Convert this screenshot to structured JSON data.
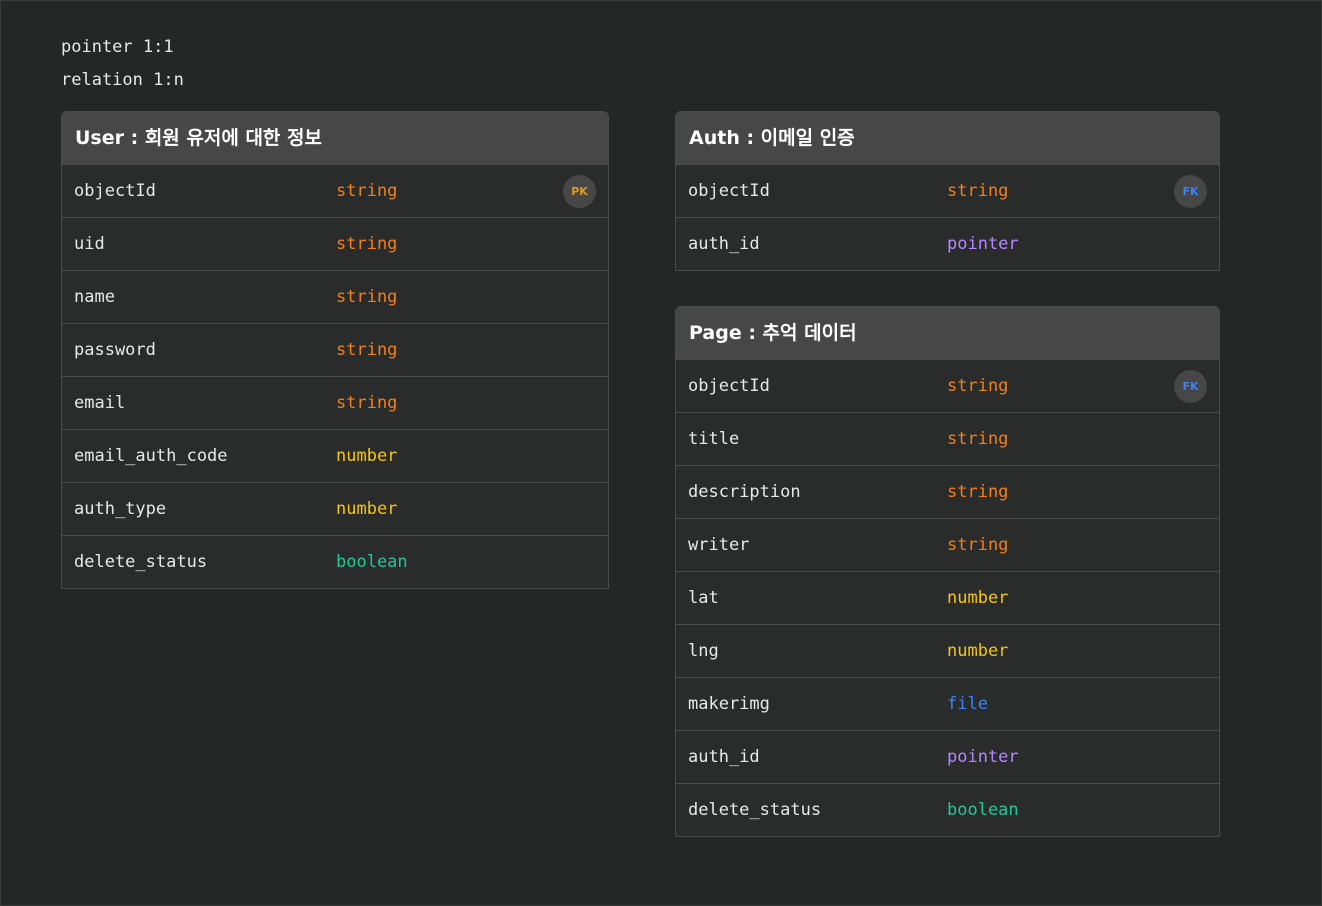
{
  "legend": [
    "pointer 1:1",
    "relation 1:n"
  ],
  "type_colors": {
    "string": "#f57f17",
    "number": "#f5c518",
    "boolean": "#20c997",
    "pointer": "#b388ff",
    "file": "#3b82f6"
  },
  "tables": [
    {
      "id": "user",
      "title": "User : 회원 유저에 대한 정보",
      "rows": [
        {
          "field": "objectId",
          "type": "string",
          "key": "PK"
        },
        {
          "field": "uid",
          "type": "string"
        },
        {
          "field": "name",
          "type": "string"
        },
        {
          "field": "password",
          "type": "string"
        },
        {
          "field": "email",
          "type": "string"
        },
        {
          "field": "email_auth_code",
          "type": "number"
        },
        {
          "field": "auth_type",
          "type": "number"
        },
        {
          "field": "delete_status",
          "type": "boolean"
        }
      ]
    },
    {
      "id": "auth",
      "title": "Auth : 이메일 인증",
      "rows": [
        {
          "field": "objectId",
          "type": "string",
          "key": "FK"
        },
        {
          "field": "auth_id",
          "type": "pointer"
        }
      ]
    },
    {
      "id": "page",
      "title": "Page : 추억 데이터",
      "rows": [
        {
          "field": "objectId",
          "type": "string",
          "key": "FK"
        },
        {
          "field": "title",
          "type": "string"
        },
        {
          "field": "description",
          "type": "string"
        },
        {
          "field": "writer",
          "type": "string"
        },
        {
          "field": "lat",
          "type": "number"
        },
        {
          "field": "lng",
          "type": "number"
        },
        {
          "field": "makerimg",
          "type": "file"
        },
        {
          "field": "auth_id",
          "type": "pointer"
        },
        {
          "field": "delete_status",
          "type": "boolean"
        }
      ]
    }
  ]
}
